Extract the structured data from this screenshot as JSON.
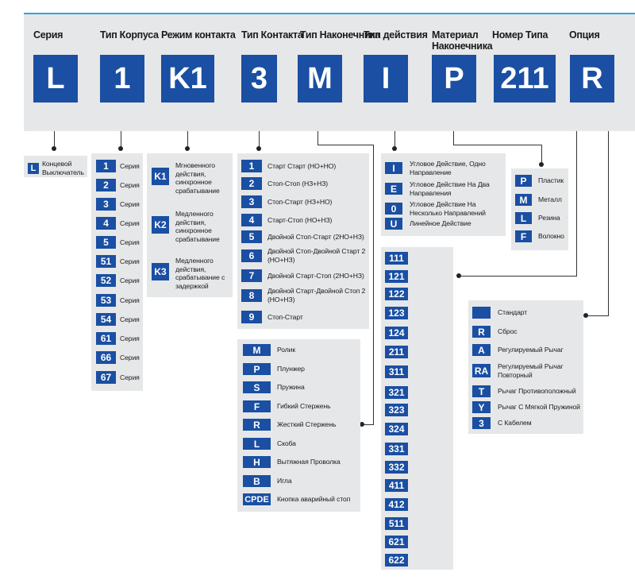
{
  "headers": [
    "Серия",
    "Тип Корпуса",
    "Режим контакта",
    "Тип Контакта",
    "Тип Наконечника",
    "Тип действия",
    "Материал Наконечника",
    "Номер Типа",
    "Опция"
  ],
  "example_codes": [
    "L",
    "1",
    "K1",
    "3",
    "M",
    "I",
    "P",
    "211",
    "R"
  ],
  "series": [
    {
      "code": "L",
      "text": "Концевой Выключатель"
    }
  ],
  "body_type": [
    {
      "code": "1",
      "text": "Серия"
    },
    {
      "code": "2",
      "text": "Серия"
    },
    {
      "code": "3",
      "text": "Серия"
    },
    {
      "code": "4",
      "text": "Серия"
    },
    {
      "code": "5",
      "text": "Серия"
    },
    {
      "code": "51",
      "text": "Серия"
    },
    {
      "code": "52",
      "text": "Серия"
    },
    {
      "code": "53",
      "text": "Серия"
    },
    {
      "code": "54",
      "text": "Серия"
    },
    {
      "code": "61",
      "text": "Серия"
    },
    {
      "code": "66",
      "text": "Серия"
    },
    {
      "code": "67",
      "text": "Серия"
    }
  ],
  "contact_mode": [
    {
      "code": "K1",
      "text": "Мгновенного действия, синхронное срабатывание"
    },
    {
      "code": "K2",
      "text": "Медленного действия, синхронное срабатывание"
    },
    {
      "code": "K3",
      "text": "Медленного действия, срабатывание с задержкой"
    }
  ],
  "contact_type": [
    {
      "code": "1",
      "text": "Старт Старт (НО+НО)"
    },
    {
      "code": "2",
      "text": "Стоп-Стоп (НЗ+НЗ)"
    },
    {
      "code": "3",
      "text": "Стоп-Старт (НЗ+НО)"
    },
    {
      "code": "4",
      "text": "Старт-Стоп (НО+НЗ)"
    },
    {
      "code": "5",
      "text": "Двойной Стоп-Старт (2НО+НЗ)"
    },
    {
      "code": "6",
      "text": "Двойной Стоп-Двойной Старт 2 (НО+НЗ)"
    },
    {
      "code": "7",
      "text": "Двойной Старт-Стоп (2НО+НЗ)"
    },
    {
      "code": "8",
      "text": "Двойной Старт-Двойной Стоп 2 (НО+НЗ)"
    },
    {
      "code": "9",
      "text": "Стоп-Старт"
    }
  ],
  "tip_type": [
    {
      "code": "M",
      "text": "Ролик"
    },
    {
      "code": "P",
      "text": "Плунжер"
    },
    {
      "code": "S",
      "text": "Пружина"
    },
    {
      "code": "F",
      "text": "Гибкий Стержень"
    },
    {
      "code": "R",
      "text": "Жесткий Стержень"
    },
    {
      "code": "L",
      "text": "Скоба"
    },
    {
      "code": "H",
      "text": "Вытяжная Проволка"
    },
    {
      "code": "B",
      "text": "Игла"
    },
    {
      "code": "CPDE",
      "text": "Кнопка аварийный стоп"
    }
  ],
  "action_type": [
    {
      "code": "I",
      "text": "Угловое Действие, Одно Направление"
    },
    {
      "code": "E",
      "text": "Угловое Действие На Два Направления"
    },
    {
      "code": "0",
      "text": "Угловое Действие На Несколько Направлений"
    },
    {
      "code": "U",
      "text": "Линейное Действие"
    }
  ],
  "tip_material": [
    {
      "code": "P",
      "text": "Пластик"
    },
    {
      "code": "M",
      "text": "Металл"
    },
    {
      "code": "L",
      "text": "Резина"
    },
    {
      "code": "F",
      "text": "Волокно"
    }
  ],
  "type_numbers": [
    "111",
    "121",
    "122",
    "123",
    "124",
    "211",
    "311",
    "321",
    "323",
    "324",
    "331",
    "332",
    "411",
    "412",
    "511",
    "621",
    "622"
  ],
  "options": [
    {
      "code": "",
      "text": "Стандарт"
    },
    {
      "code": "R",
      "text": "Сброс"
    },
    {
      "code": "A",
      "text": "Регулируемый Рычаг"
    },
    {
      "code": "RA",
      "text": "Регулируемый Рычаг Повторный"
    },
    {
      "code": "T",
      "text": "Рычаг Противоположный"
    },
    {
      "code": "Y",
      "text": "Рычаг С Мягкой Пружиной"
    },
    {
      "code": "3",
      "text": "С Кабелем"
    }
  ],
  "colors": {
    "accent": "#1a4fa3",
    "panel": "#e6e7e8",
    "rule": "#2aa6dc"
  }
}
